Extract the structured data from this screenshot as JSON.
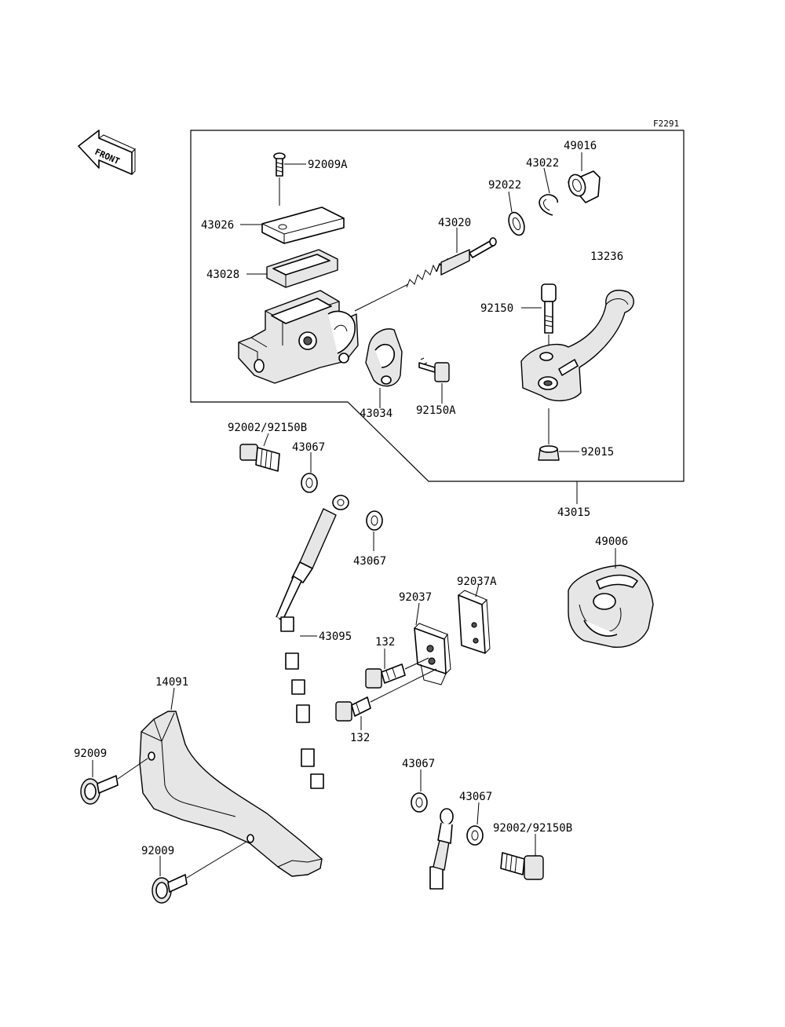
{
  "reference_code": "F2291",
  "front_arrow_text": "FRONT",
  "labels": {
    "p92009A": "92009A",
    "p43026": "43026",
    "p43028": "43028",
    "p43020": "43020",
    "p92022": "92022",
    "p43022": "43022",
    "p49016": "49016",
    "p13236": "13236",
    "p92150": "92150",
    "p43034": "43034",
    "p92150A": "92150A",
    "p92015": "92015",
    "p43015": "43015",
    "p92002_92150B_top": "92002/92150B",
    "p43067_a": "43067",
    "p43067_b": "43067",
    "p49006": "49006",
    "p92037A": "92037A",
    "p92037": "92037",
    "p43095": "43095",
    "p132_a": "132",
    "p132_b": "132",
    "p14091": "14091",
    "p92009_a": "92009",
    "p92009_b": "92009",
    "p43067_c": "43067",
    "p43067_d": "43067",
    "p92002_92150B_bottom": "92002/92150B"
  }
}
